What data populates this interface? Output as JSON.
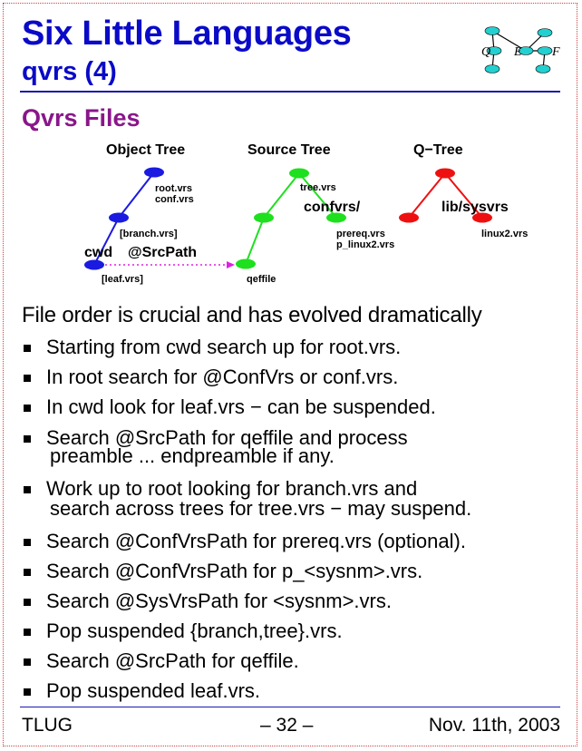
{
  "slide": {
    "title": "Six Little Languages",
    "subtitle": "qvrs (4)",
    "logo_letters": [
      "Q",
      "E",
      "F"
    ],
    "section_heading": "Qvrs Files"
  },
  "diagram": {
    "headers": [
      "Object Tree",
      "Source Tree",
      "Q−Tree"
    ],
    "object_tree": {
      "labels": [
        "root.vrs",
        "conf.vrs",
        "[branch.vrs]",
        "cwd",
        "@SrcPath",
        "[leaf.vrs]"
      ]
    },
    "source_tree": {
      "labels": [
        "tree.vrs",
        "confvrs/",
        "prereq.vrs",
        "p_linux2.vrs",
        "qeffile"
      ]
    },
    "q_tree": {
      "labels": [
        "lib/sysvrs",
        "linux2.vrs"
      ]
    },
    "colors": {
      "object_tree": "#1a1ae0",
      "source_tree": "#1ee01e",
      "q_tree": "#ee1010",
      "link": "#e020e0",
      "logo_nodes": "#22d0d0"
    }
  },
  "intro": "File order is crucial and has evolved dramatically",
  "bullets": [
    {
      "lines": [
        "Starting from cwd search up for root.vrs."
      ]
    },
    {
      "lines": [
        "In root search for @ConfVrs or conf.vrs."
      ]
    },
    {
      "lines": [
        "In cwd look for leaf.vrs − can be suspended."
      ]
    },
    {
      "lines": [
        "Search @SrcPath for qeffile and process",
        "preamble ... endpreamble if any."
      ]
    },
    {
      "lines": [
        "Work up to root looking for branch.vrs and",
        "search across trees for tree.vrs − may suspend."
      ]
    },
    {
      "lines": [
        "Search @ConfVrsPath for prereq.vrs (optional)."
      ]
    },
    {
      "lines": [
        "Search @ConfVrsPath for p_<sysnm>.vrs."
      ]
    },
    {
      "lines": [
        "Search @SysVrsPath for <sysnm>.vrs."
      ]
    },
    {
      "lines": [
        "Pop suspended {branch,tree}.vrs."
      ]
    },
    {
      "lines": [
        "Search @SrcPath for qeffile."
      ]
    },
    {
      "lines": [
        "Pop suspended leaf.vrs."
      ]
    }
  ],
  "footer": {
    "left": "TLUG",
    "center": "– 32 –",
    "right": "Nov. 11th, 2003"
  }
}
